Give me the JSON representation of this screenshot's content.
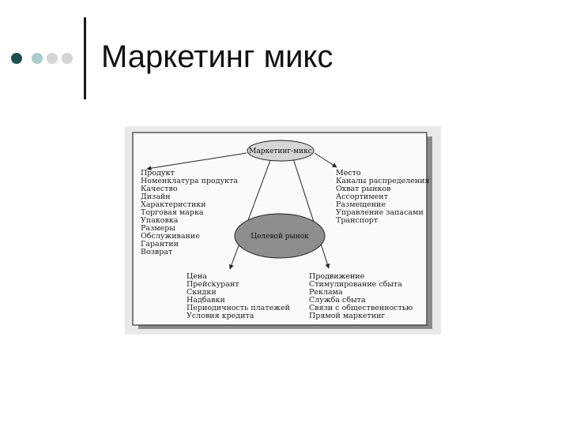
{
  "slide": {
    "title": "Маркетинг микс",
    "bullet_colors": [
      "#1f4e4e",
      "#a9cccc",
      "#d4d4d4",
      "#d4d4d4"
    ]
  },
  "diagram": {
    "top_node": "Маркетинг-микс",
    "center_node": "Целевой рынок",
    "groups": {
      "product": {
        "heading": "Продукт",
        "items": [
          "Номенклатура продукта",
          "Качество",
          "Дизайн",
          "Характеристики",
          "Торговая марка",
          "Упаковка",
          "Размеры",
          "Обслуживание",
          "Гарантии",
          "Возврат"
        ]
      },
      "place": {
        "heading": "Место",
        "items": [
          "Каналы распределения",
          "Охват рынков",
          "Ассортимент",
          "Размещение",
          "Управление запасами",
          "Транспорт"
        ]
      },
      "price": {
        "heading": "Цена",
        "items": [
          "Прейскурант",
          "Скидки",
          "Надбавки",
          "Периодичность платежей",
          "Условия кредита"
        ]
      },
      "promotion": {
        "heading": "Продвижение",
        "items": [
          "Стимулирование сбыта",
          "Реклама",
          "Служба сбыта",
          "Связи с общественностью",
          "Прямой маркетинг"
        ]
      }
    }
  }
}
